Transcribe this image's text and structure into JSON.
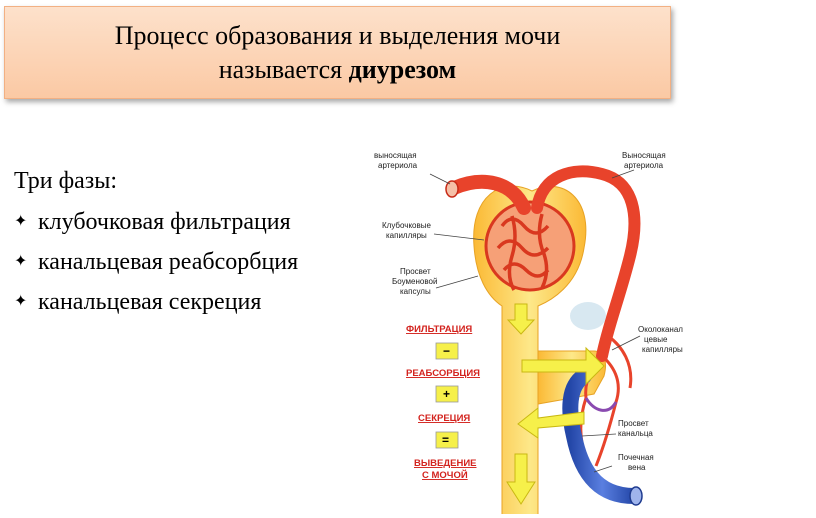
{
  "slide": {
    "title_line1": "Процесс образования и выделения мочи",
    "title_line2_prefix": "называется ",
    "title_line2_bold": "диурезом"
  },
  "phases": {
    "heading": "Три фазы:",
    "bullet_icon": "four-point-star-icon",
    "items": [
      "клубочковая фильтрация",
      "канальцевая реабсорбция",
      "канальцевая секреция"
    ]
  },
  "figure": {
    "labels": {
      "afferent_1": "выносящая",
      "afferent_2": "артериола",
      "efferent_1": "Выносящая",
      "efferent_2": "артериола",
      "capillaries_1": "Клубочковые",
      "capillaries_2": "капилляры",
      "bowman_1": "Просвет",
      "bowman_2": "Боуменовой",
      "bowman_3": "капсулы",
      "peritubular_1": "Околоканал",
      "peritubular_2": "цевые",
      "peritubular_3": "капилляры",
      "tubule_1": "Просвет",
      "tubule_2": "канальца",
      "vein_1": "Почечная",
      "vein_2": "вена"
    },
    "phase_labels": {
      "filtration": "ФИЛЬТРАЦИЯ",
      "minus": "−",
      "reabsorption": "РЕАБСОРБЦИЯ",
      "plus": "+",
      "secretion": "СЕКРЕЦИЯ",
      "equals": "=",
      "excretion_1": "ВЫВЕДЕНИЕ",
      "excretion_2": "С МОЧОЙ"
    },
    "colors": {
      "artery": "#e8432b",
      "vein": "#2f55b8",
      "tubule": "#fbd34b",
      "arrow": "#f6f04a",
      "label_red": "#d3231e"
    }
  }
}
